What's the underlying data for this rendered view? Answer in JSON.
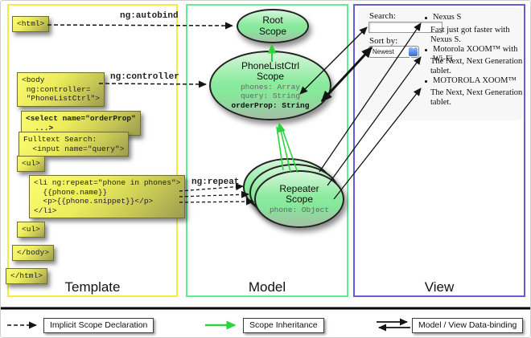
{
  "template": {
    "title": "Template",
    "label_autobind": "ng:autobind",
    "label_controller": "ng:controller",
    "label_repeat": "ng:repeat",
    "html_open": "<html>",
    "body_open": "<body\n ng:controller=\n \"PhoneListCtrl\">",
    "select_tag": "<select name=\"orderProp\"\n  ...>",
    "fulltext": "Fulltext Search:\n  <input name=\"query\">",
    "ul_open": "<ul>",
    "li_repeat": "<li ng:repeat=\"phone in phones\">\n  {{phone.name}}\n  <p>{{phone.snippet}}</p>\n</li>",
    "ul_close": "<ul>",
    "body_close": "</body>",
    "html_close": "</html>"
  },
  "model": {
    "title": "Model",
    "root_scope_title": "Root\nScope",
    "phonelist_title": "PhoneListCtrl\nScope",
    "phonelist_prop1": "phones: Array",
    "phonelist_prop2": "query: String",
    "phonelist_prop3": "orderProp: String",
    "repeater_title": "Repeater\nScope",
    "repeater_prop": "phone: Object"
  },
  "view": {
    "title": "View",
    "search_label": "Search:",
    "search_value": "",
    "sort_label": "Sort by:",
    "sort_value": "Newest",
    "items": [
      {
        "title": "Nexus S",
        "desc": "Fast just got faster with Nexus S."
      },
      {
        "title": "Motorola XOOM™ with Wi-Fi",
        "desc": "The Next, Next Generation tablet."
      },
      {
        "title": "MOTOROLA XOOM™",
        "desc": "The Next, Next Generation tablet."
      }
    ]
  },
  "legend": {
    "implicit_label": "Implicit Scope Declaration",
    "inheritance_label": "Scope Inheritance",
    "databinding_label": "Model / View Data-binding"
  },
  "colors": {
    "template_border": "#f2ee3e",
    "model_border": "#5cf094",
    "view_border": "#6a5ad6",
    "arrow_green": "#2ed33e",
    "code_box_top": "#fcfc72",
    "code_box_bottom": "#9c9c50",
    "scope_top": "#d6f6db",
    "scope_mid": "#8ceb9e",
    "scope_bottom": "#a3bfa5"
  }
}
